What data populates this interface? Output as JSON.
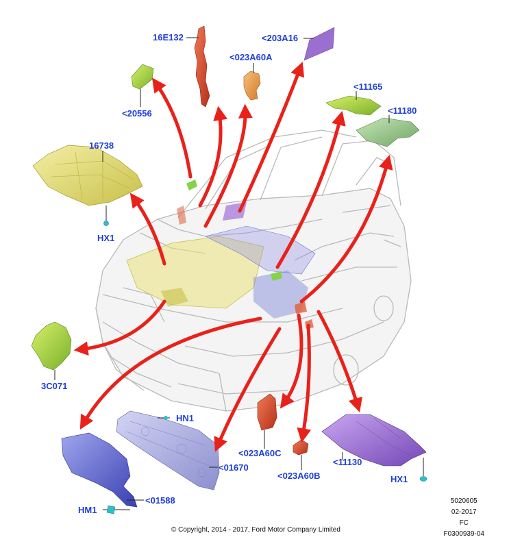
{
  "labels": {
    "16E132": "16E132",
    "203A16": "<203A16",
    "023A60A": "<023A60A",
    "20556": "<20556",
    "11165": "<11165",
    "11180": "<11180",
    "16738": "16738",
    "HX1_left": "HX1",
    "3C071": "3C071",
    "HN1": "HN1",
    "01670": "<01670",
    "01588": "<01588",
    "HM1": "HM1",
    "023A60C": "<023A60C",
    "023A60B": "<023A60B",
    "11130": "<11130",
    "HX1_right": "HX1"
  },
  "meta": {
    "code": "5020605",
    "date": "02-2017",
    "fc": "FC",
    "figure": "F0300939-04"
  },
  "copyright": "© Copyright, 2014 - 2017, Ford Motor Company Limited",
  "colors": {
    "label": "#1f3fd6",
    "arrow": "#e8221b",
    "yellow": "#e9e27a",
    "green": "#9fd05a",
    "purple": "#9a6fd0",
    "blue": "#6c6fd6"
  }
}
